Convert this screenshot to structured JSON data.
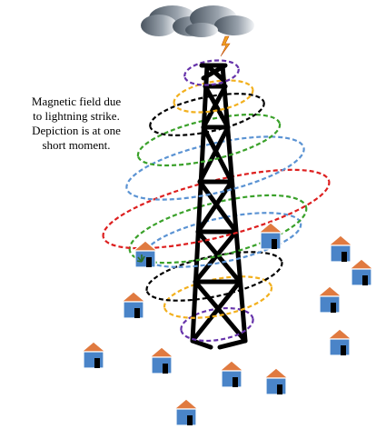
{
  "caption": {
    "line1": "Magnetic field due",
    "line2": "to lightning strike.",
    "line3": "Depiction is at one",
    "line4": "short moment."
  },
  "colors": {
    "cloud_dark": "#4a5560",
    "cloud_light": "#f2f4f6",
    "lightning": "#f0a020",
    "tower": "#000000",
    "house_wall": "#4a84c8",
    "house_roof": "#e07a40",
    "house_door": "#000000",
    "field_purple": "#6633aa",
    "field_orange": "#f2b01e",
    "field_black": "#000000",
    "field_green": "#3aa12a",
    "field_blue": "#5b93d3",
    "field_red": "#dd1f1f"
  },
  "icons": [
    "cloud-icon",
    "lightning-bolt-icon",
    "tower-icon",
    "house-icon",
    "plant-icon"
  ]
}
